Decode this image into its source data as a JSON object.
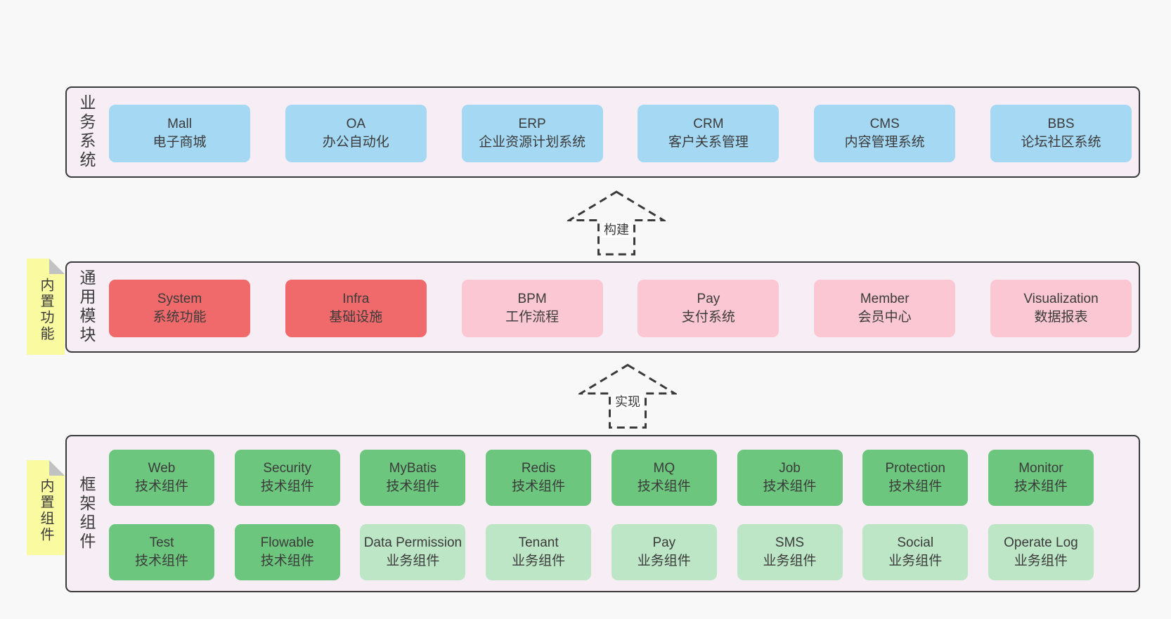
{
  "diagram": {
    "background": "#f8f8f8",
    "colors": {
      "band_fill": "#f7edf5",
      "band_border": "#3a3a3a",
      "box_blue": "#a5d8f3",
      "box_red": "#f16a6b",
      "box_pink": "#fbc7d2",
      "box_green": "#6cc67d",
      "box_green_light": "#bde6c6",
      "note_yellow": "#fafaa0",
      "note_fold_gray": "#c2c2c2",
      "text": "#3a3a3a"
    }
  },
  "bands": [
    {
      "label": "业务系统",
      "boxes": [
        {
          "name": "Mall",
          "desc": "电子商城"
        },
        {
          "name": "OA",
          "desc": "办公自动化"
        },
        {
          "name": "ERP",
          "desc": "企业资源计划系统"
        },
        {
          "name": "CRM",
          "desc": "客户关系管理"
        },
        {
          "name": "CMS",
          "desc": "内容管理系统"
        },
        {
          "name": "BBS",
          "desc": "论坛社区系统"
        }
      ]
    },
    {
      "label": "通用模块",
      "note": "内置功能",
      "boxes": [
        {
          "name": "System",
          "desc": "系统功能"
        },
        {
          "name": "Infra",
          "desc": "基础设施"
        },
        {
          "name": "BPM",
          "desc": "工作流程"
        },
        {
          "name": "Pay",
          "desc": "支付系统"
        },
        {
          "name": "Member",
          "desc": "会员中心"
        },
        {
          "name": "Visualization",
          "desc": "数据报表"
        }
      ]
    },
    {
      "label": "框架组件",
      "note": "内置组件",
      "row1": [
        {
          "name": "Web",
          "desc": "技术组件"
        },
        {
          "name": "Security",
          "desc": "技术组件"
        },
        {
          "name": "MyBatis",
          "desc": "技术组件"
        },
        {
          "name": "Redis",
          "desc": "技术组件"
        },
        {
          "name": "MQ",
          "desc": "技术组件"
        },
        {
          "name": "Job",
          "desc": "技术组件"
        },
        {
          "name": "Protection",
          "desc": "技术组件"
        },
        {
          "name": "Monitor",
          "desc": "技术组件"
        }
      ],
      "row2": [
        {
          "name": "Test",
          "desc": "技术组件"
        },
        {
          "name": "Flowable",
          "desc": "技术组件"
        },
        {
          "name": "Data Permission",
          "desc": "业务组件"
        },
        {
          "name": "Tenant",
          "desc": "业务组件"
        },
        {
          "name": "Pay",
          "desc": "业务组件"
        },
        {
          "name": "SMS",
          "desc": "业务组件"
        },
        {
          "name": "Social",
          "desc": "业务组件"
        },
        {
          "name": "Operate Log",
          "desc": "业务组件"
        }
      ]
    }
  ],
  "arrows": [
    {
      "label": "构建"
    },
    {
      "label": "实现"
    }
  ]
}
